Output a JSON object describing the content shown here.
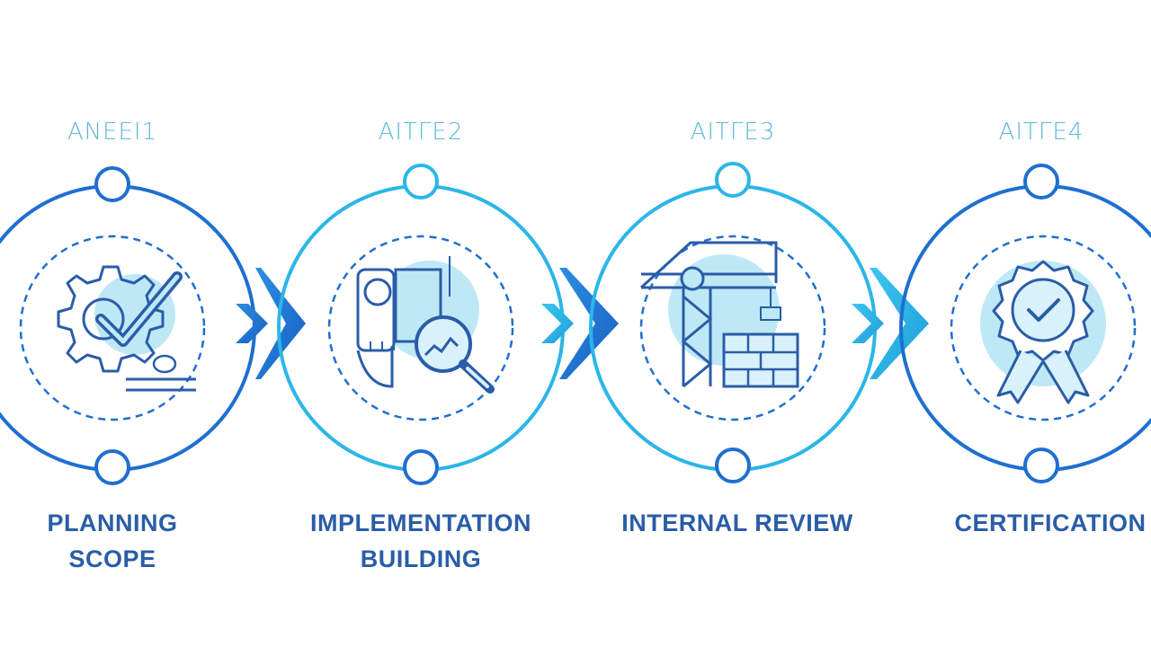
{
  "stages": [
    {
      "phase": "AΝΕΕΙ1",
      "title_line1": "PLANNING",
      "title_line2": "SCOPE",
      "icon": "gear-check-icon"
    },
    {
      "phase": "AITΓΕ2",
      "title_line1": "IMPLEMENTATION",
      "title_line2": "BUILDING",
      "icon": "blueprint-magnifier-icon"
    },
    {
      "phase": "AITΓΕ3",
      "title_line1": "INTERNAL REVIEW",
      "title_line2": "",
      "icon": "crane-bricks-icon"
    },
    {
      "phase": "AITΓΕ4",
      "title_line1": "CERTIFICATION",
      "title_line2": "",
      "icon": "certificate-badge-icon"
    }
  ],
  "colors": {
    "dark_blue": "#1f6fd0",
    "light_blue": "#2bb6e8",
    "fill_light": "#bfe8f6",
    "text_blue": "#2a5da8",
    "label_teal": "#5fb8d8"
  }
}
